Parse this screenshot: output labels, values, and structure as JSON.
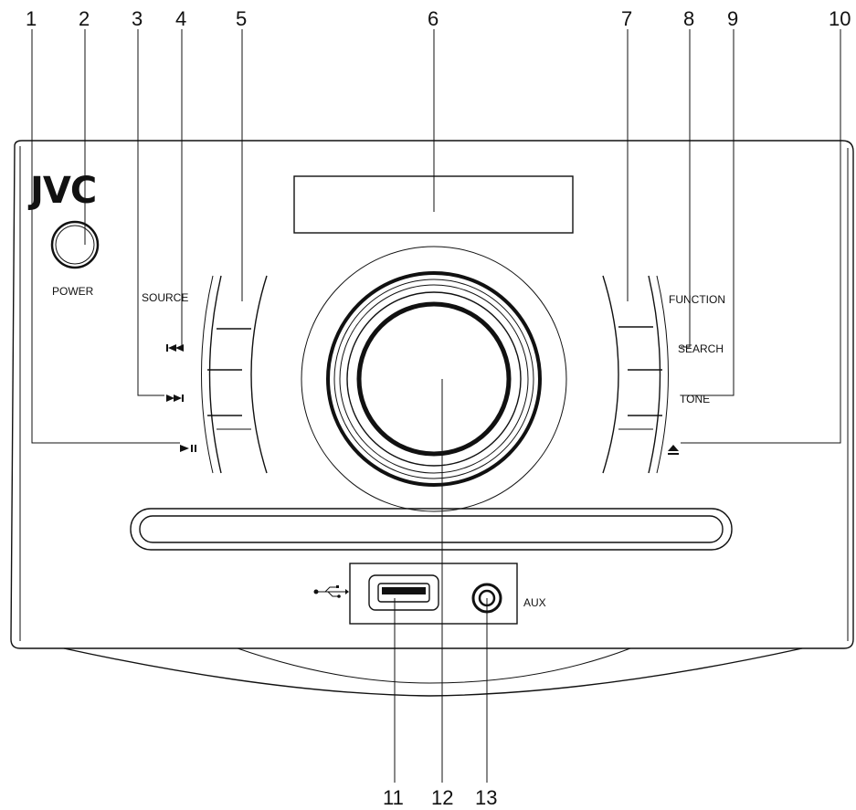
{
  "brand": {
    "logo_text": "JVC"
  },
  "labels": {
    "power": "POWER",
    "source": "SOURCE",
    "function": "FUNCTION",
    "search": "SEARCH",
    "tone": "TONE",
    "aux": "AUX"
  },
  "symbols": {
    "prev": "⏮",
    "next": "⏭",
    "play_pause": "▶‖",
    "eject": "⏏"
  },
  "callouts": [
    "1",
    "2",
    "3",
    "4",
    "5",
    "6",
    "7",
    "8",
    "9",
    "10",
    "11",
    "12",
    "13"
  ]
}
